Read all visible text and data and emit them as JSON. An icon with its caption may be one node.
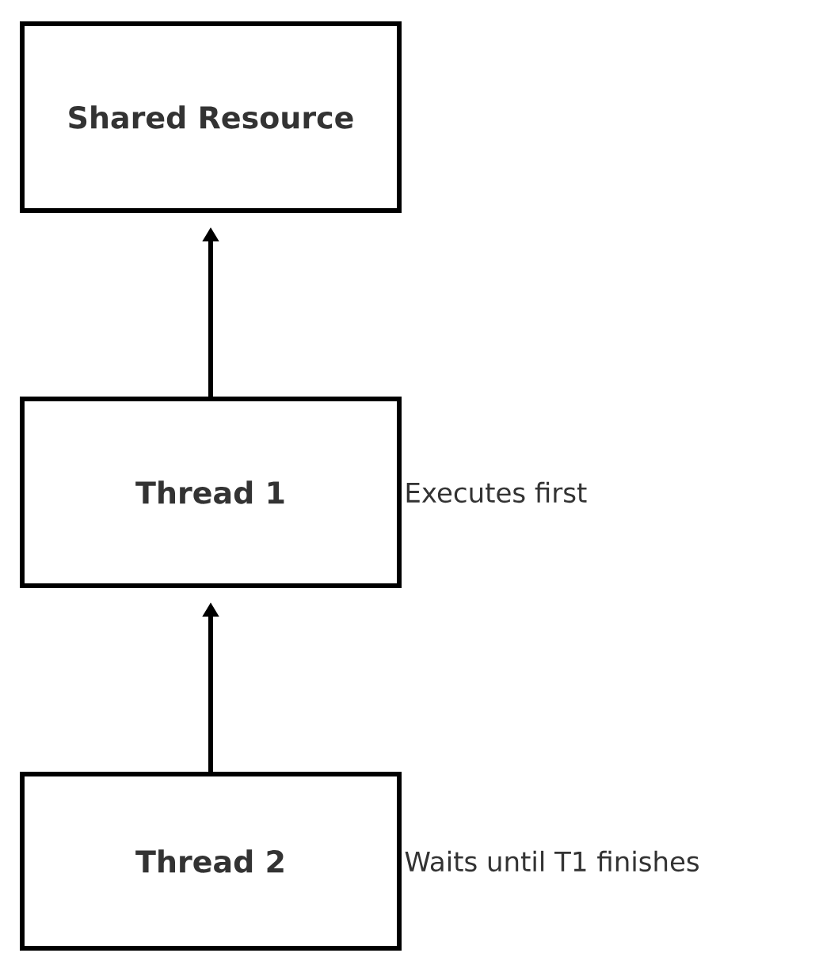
{
  "diagram": {
    "nodes": [
      {
        "text": [
          "Shared Resource"
        ]
      },
      {
        "text": [
          "Thread 1"
        ],
        "beside": [
          "Executes first"
        ]
      },
      {
        "text": [
          "Thread 2"
        ],
        "beside": [
          "Waits until T1 finishes"
        ]
      }
    ],
    "edges": [
      {
        "from": 1,
        "to": 0,
        "arrow": "to"
      },
      {
        "from": 2,
        "to": 1,
        "arrow": "to"
      }
    ]
  }
}
